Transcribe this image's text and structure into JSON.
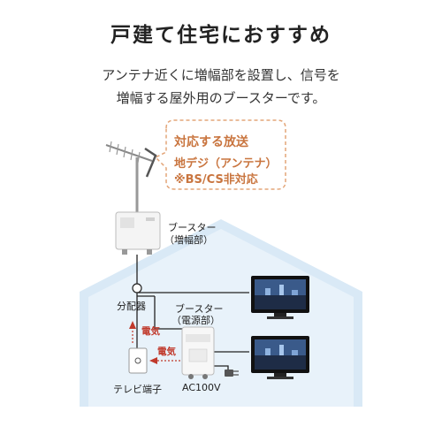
{
  "title": "戸建て住宅におすすめ",
  "description": {
    "line1": "アンテナ近くに増幅部を設置し、信号を",
    "line2": "増幅する屋外用のブースターです。"
  },
  "bubble": {
    "heading": "対応する放送",
    "line1": "地デジ（アンテナ）",
    "line2": "※BS/CS非対応"
  },
  "labels": {
    "booster_amp_line1": "ブースター",
    "booster_amp_line2": "（増幅部）",
    "splitter": "分配器",
    "booster_power_line1": "ブースター",
    "booster_power_line2": "（電源部）",
    "wall_terminal": "テレビ端子",
    "ac": "AC100V",
    "electricity_1": "電気",
    "electricity_2": "電気"
  },
  "colors": {
    "house": "#d9e9f6",
    "accent": "#c9753f",
    "arrow": "#c0392b"
  }
}
